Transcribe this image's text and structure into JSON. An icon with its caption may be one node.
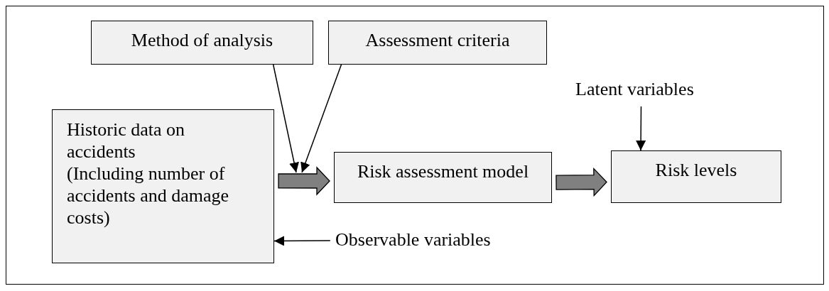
{
  "diagram": {
    "nodes": [
      {
        "text": [
          "Method of analysis"
        ]
      },
      {
        "text": [
          "Assessment criteria"
        ]
      },
      {
        "text": [
          "Historic data on accidents",
          "(Including number of accidents and damage costs)"
        ]
      },
      {
        "text": [
          "Risk assessment model"
        ]
      },
      {
        "text": [
          "Risk levels"
        ]
      },
      {
        "text": [
          "Latent variables"
        ]
      },
      {
        "text": [
          "Observable variables"
        ]
      }
    ],
    "edges": [
      {
        "from": 0,
        "to": null,
        "arrow": "to"
      },
      {
        "from": 1,
        "to": null,
        "arrow": "to"
      },
      {
        "from": 2,
        "to": 3,
        "arrow": "to",
        "style": "thick",
        "color": "#808080"
      },
      {
        "from": 3,
        "to": 4,
        "arrow": "to",
        "style": "thick",
        "color": "#808080"
      },
      {
        "from": 5,
        "to": 4,
        "arrow": "to"
      },
      {
        "from": 6,
        "to": 2,
        "arrow": "to"
      }
    ]
  }
}
